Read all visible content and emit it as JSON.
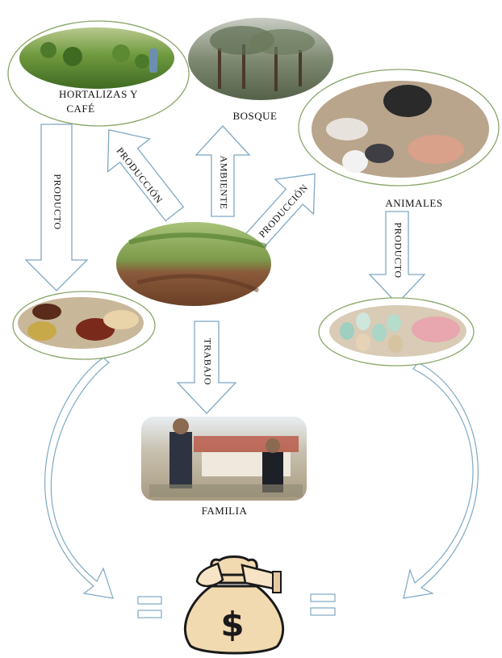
{
  "nodes": {
    "hortalizas": {
      "line1": "HORTALIZAS  Y",
      "line2": "CAFÉ"
    },
    "bosque": "BOSQUE",
    "animales": "ANIMALES",
    "familia": "FAMILIA"
  },
  "arrows": {
    "produccion_left": "PRODUCCIÓN",
    "ambiente": "AMBIENTE",
    "produccion_right": "PRODUCCIÓN",
    "producto_left": "PRODUCTO",
    "producto_right": "PRODUCTO",
    "trabajo": "TRABAJO"
  },
  "money_bag": {
    "symbol": "$"
  }
}
